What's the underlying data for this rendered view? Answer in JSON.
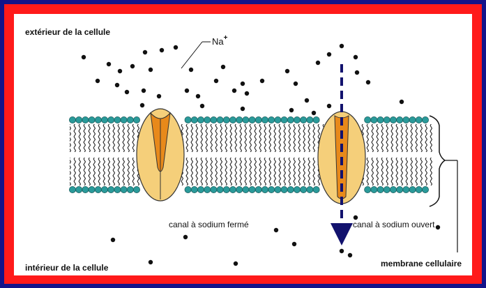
{
  "labels": {
    "outside": "extérieur de la cellule",
    "inside": "intérieur de la cellule",
    "ion": "Na",
    "ion_charge": "+",
    "closed_channel": "canal à sodium fermé",
    "open_channel": "canal à sodium ouvert",
    "membrane": "membrane cellulaire"
  },
  "colors": {
    "frame": "#13138a",
    "border": "#ff1a1a",
    "head": "#2a9a9a",
    "protein": "#f5cf7a",
    "protein_core": "#e8891a",
    "arrow": "#12126e"
  }
}
